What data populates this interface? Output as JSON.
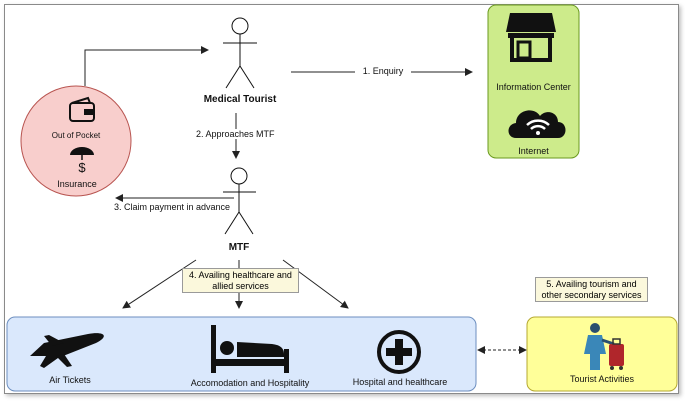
{
  "actors": {
    "medical_tourist": "Medical Tourist",
    "mtf": "MTF"
  },
  "insurance": {
    "out_of_pocket": "Out of Pocket",
    "insurance": "Insurance",
    "color": "#f8cecc"
  },
  "info_center": {
    "title": "Information Center",
    "internet": "Internet",
    "color": "#cdeb8b"
  },
  "edges": {
    "enquiry": "1. Enquiry",
    "approaches": "2. Approaches MTF",
    "claim": "3. Claim payment in advance",
    "availing_healthcare": "4. Availing healthcare and allied services",
    "availing_tourism": "5. Availing tourism and other secondary services"
  },
  "services": {
    "air_tickets": "Air Tickets",
    "accommodation": "Accomodation and Hospitality",
    "hospital": "Hospital and healthcare",
    "color": "#dae8fc"
  },
  "tourist_activities": {
    "label": "Tourist Activities",
    "color": "#ffff99"
  }
}
